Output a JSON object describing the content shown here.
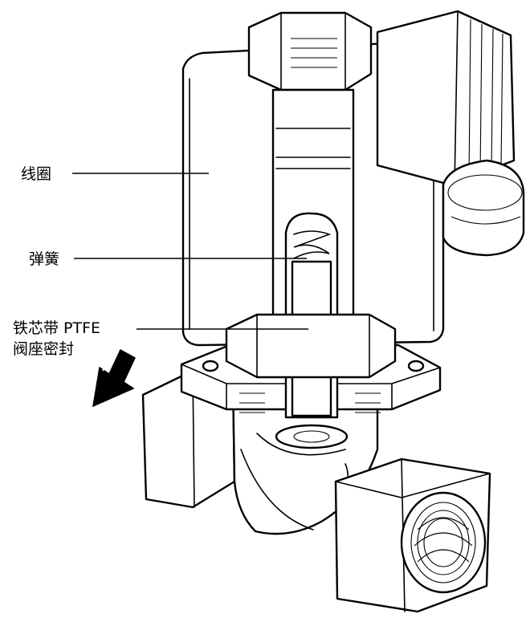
{
  "labels": {
    "coil": "线圈",
    "spring": "弹簧",
    "core_line1": "铁芯带 PTFE",
    "core_line2": "阀座密封"
  }
}
